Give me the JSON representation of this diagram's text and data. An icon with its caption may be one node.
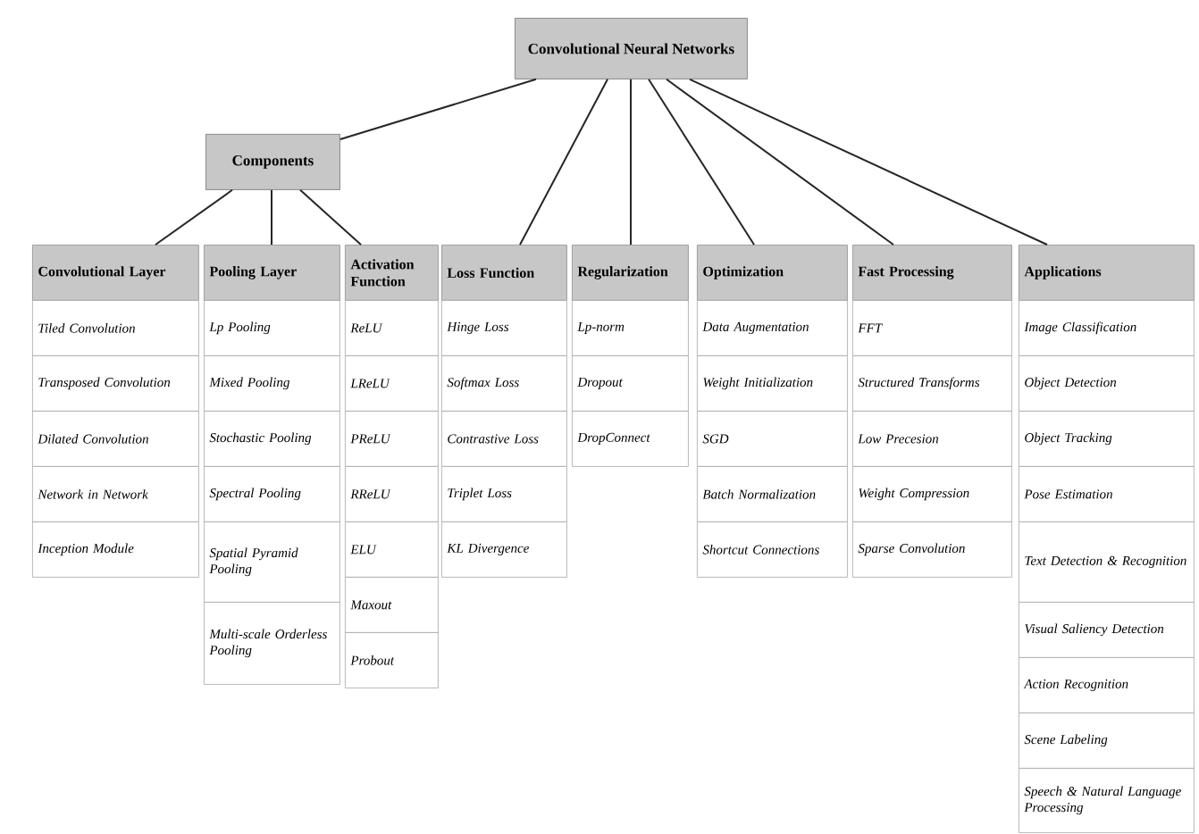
{
  "diagram": {
    "nodes": [
      {
        "text": [
          "Convolutional Neural Networks"
        ]
      },
      {
        "text": [
          "Components"
        ]
      },
      {
        "text": [
          "Convolutional Layer"
        ]
      },
      {
        "text": [
          "Tiled Convolution"
        ]
      },
      {
        "text": [
          "Transposed Convolution"
        ]
      },
      {
        "text": [
          "Dilated Convolution"
        ]
      },
      {
        "text": [
          "Network in Network"
        ]
      },
      {
        "text": [
          "Inception Module"
        ]
      },
      {
        "text": [
          "Pooling Layer"
        ]
      },
      {
        "text": [
          "Lp Pooling"
        ]
      },
      {
        "text": [
          "Mixed Pooling"
        ]
      },
      {
        "text": [
          "Stochastic Pooling"
        ]
      },
      {
        "text": [
          "Spectral Pooling"
        ]
      },
      {
        "text": [
          "Spatial Pyramid Pooling"
        ]
      },
      {
        "text": [
          "Multi-scale Orderless Pooling"
        ]
      },
      {
        "text": [
          "Activation Function"
        ]
      },
      {
        "text": [
          "ReLU"
        ]
      },
      {
        "text": [
          "LReLU"
        ]
      },
      {
        "text": [
          "PReLU"
        ]
      },
      {
        "text": [
          "RReLU"
        ]
      },
      {
        "text": [
          "ELU"
        ]
      },
      {
        "text": [
          "Maxout"
        ]
      },
      {
        "text": [
          "Probout"
        ]
      },
      {
        "text": [
          "Loss Function"
        ]
      },
      {
        "text": [
          "Hinge Loss"
        ]
      },
      {
        "text": [
          "Softmax Loss"
        ]
      },
      {
        "text": [
          "Contrastive Loss"
        ]
      },
      {
        "text": [
          "Triplet Loss"
        ]
      },
      {
        "text": [
          "KL Divergence"
        ]
      },
      {
        "text": [
          "Regularization"
        ]
      },
      {
        "text": [
          "Lp-norm"
        ]
      },
      {
        "text": [
          "Dropout"
        ]
      },
      {
        "text": [
          "DropConnect"
        ]
      },
      {
        "text": [
          "Optimization"
        ]
      },
      {
        "text": [
          "Data Augmentation"
        ]
      },
      {
        "text": [
          "Weight Initialization"
        ]
      },
      {
        "text": [
          "SGD"
        ]
      },
      {
        "text": [
          "Batch Normalization"
        ]
      },
      {
        "text": [
          "Shortcut Connections"
        ]
      },
      {
        "text": [
          "Fast Processing"
        ]
      },
      {
        "text": [
          "FFT"
        ]
      },
      {
        "text": [
          "Structured Transforms"
        ]
      },
      {
        "text": [
          "Low Precesion"
        ]
      },
      {
        "text": [
          "Weight Compression"
        ]
      },
      {
        "text": [
          "Sparse Convolution"
        ]
      },
      {
        "text": [
          "Applications"
        ]
      },
      {
        "text": [
          "Image Classification"
        ]
      },
      {
        "text": [
          "Object Detection"
        ]
      },
      {
        "text": [
          "Object Tracking"
        ]
      },
      {
        "text": [
          "Pose Estimation"
        ]
      },
      {
        "text": [
          "Text Detection & Recognition"
        ]
      },
      {
        "text": [
          "Visual Saliency Detection"
        ]
      },
      {
        "text": [
          "Action Recognition"
        ]
      },
      {
        "text": [
          "Scene Labeling"
        ]
      },
      {
        "text": [
          "Speech & Natural Language Processing"
        ]
      }
    ],
    "edges": [
      {
        "from": 0,
        "to": 1,
        "arrow": "none"
      },
      {
        "from": 1,
        "to": 2,
        "arrow": "none"
      },
      {
        "from": 1,
        "to": 8,
        "arrow": "none"
      },
      {
        "from": 1,
        "to": 15,
        "arrow": "none"
      },
      {
        "from": 0,
        "to": 23,
        "arrow": "none"
      },
      {
        "from": 0,
        "to": 29,
        "arrow": "none"
      },
      {
        "from": 0,
        "to": 33,
        "arrow": "none"
      },
      {
        "from": 0,
        "to": 39,
        "arrow": "none"
      },
      {
        "from": 0,
        "to": 45,
        "arrow": "none"
      }
    ]
  }
}
